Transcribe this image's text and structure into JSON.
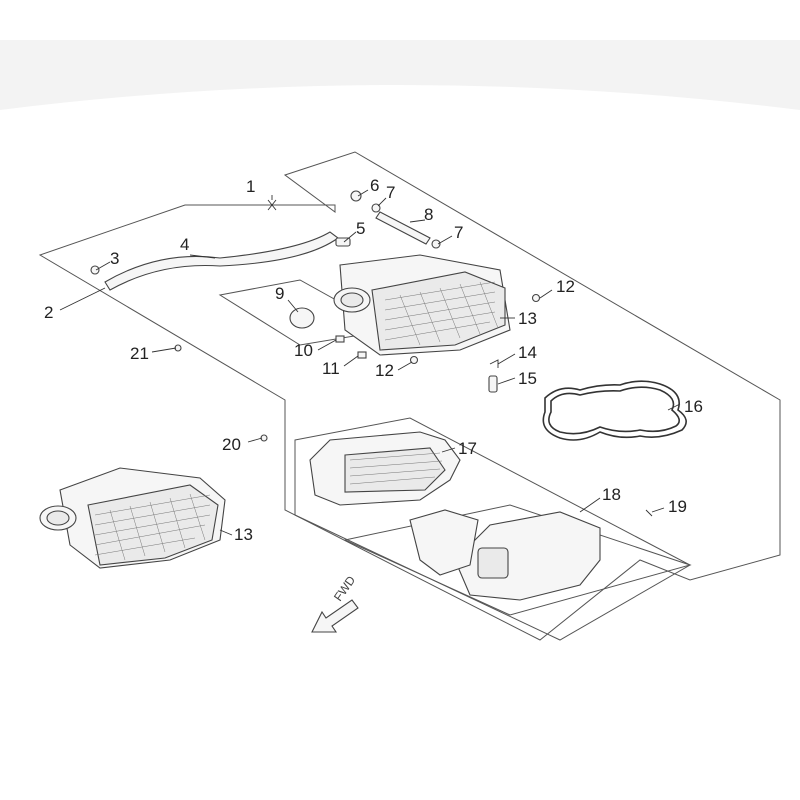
{
  "callouts": {
    "c1": "1",
    "c2": "2",
    "c3": "3",
    "c4": "4",
    "c5": "5",
    "c6": "6",
    "c7a": "7",
    "c7b": "7",
    "c8": "8",
    "c9": "9",
    "c10": "10",
    "c11": "11",
    "c12a": "12",
    "c12b": "12",
    "c13a": "13",
    "c13b": "13",
    "c14": "14",
    "c15": "15",
    "c16": "16",
    "c17": "17",
    "c18": "18",
    "c19": "19",
    "c20": "20",
    "c21": "21"
  },
  "direction_label": "FWD",
  "colors": {
    "lines": "#333333",
    "background": "#ffffff",
    "top_band": "#f2f2f2"
  }
}
